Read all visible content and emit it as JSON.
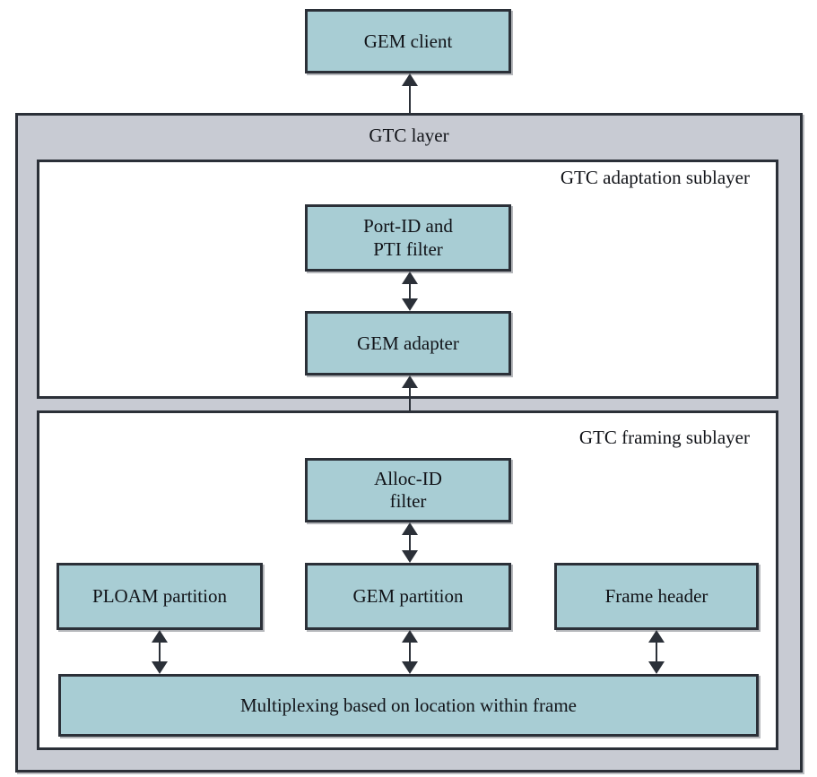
{
  "diagram": {
    "title_label": "GEM client",
    "layer": {
      "name": "GTC layer",
      "sublayers": [
        {
          "name": "GTC adaptation sublayer"
        },
        {
          "name": "GTC framing sublayer"
        }
      ]
    },
    "nodes": {
      "gem_client": "GEM client",
      "port_id_filter_line1": "Port-ID and",
      "port_id_filter_line2": "PTI filter",
      "gem_adapter": "GEM adapter",
      "alloc_id_filter_line1": "Alloc-ID",
      "alloc_id_filter_line2": "filter",
      "ploam_partition": "PLOAM partition",
      "gem_partition": "GEM partition",
      "frame_header": "Frame header",
      "multiplexing": "Multiplexing based on location within frame"
    },
    "colors": {
      "node_fill": "#a8cdd4",
      "node_border": "#2b3038",
      "layer_fill": "#c8cbd3",
      "sublayer_fill": "#ffffff",
      "text": "#111318",
      "connector": "#2b3038"
    }
  }
}
